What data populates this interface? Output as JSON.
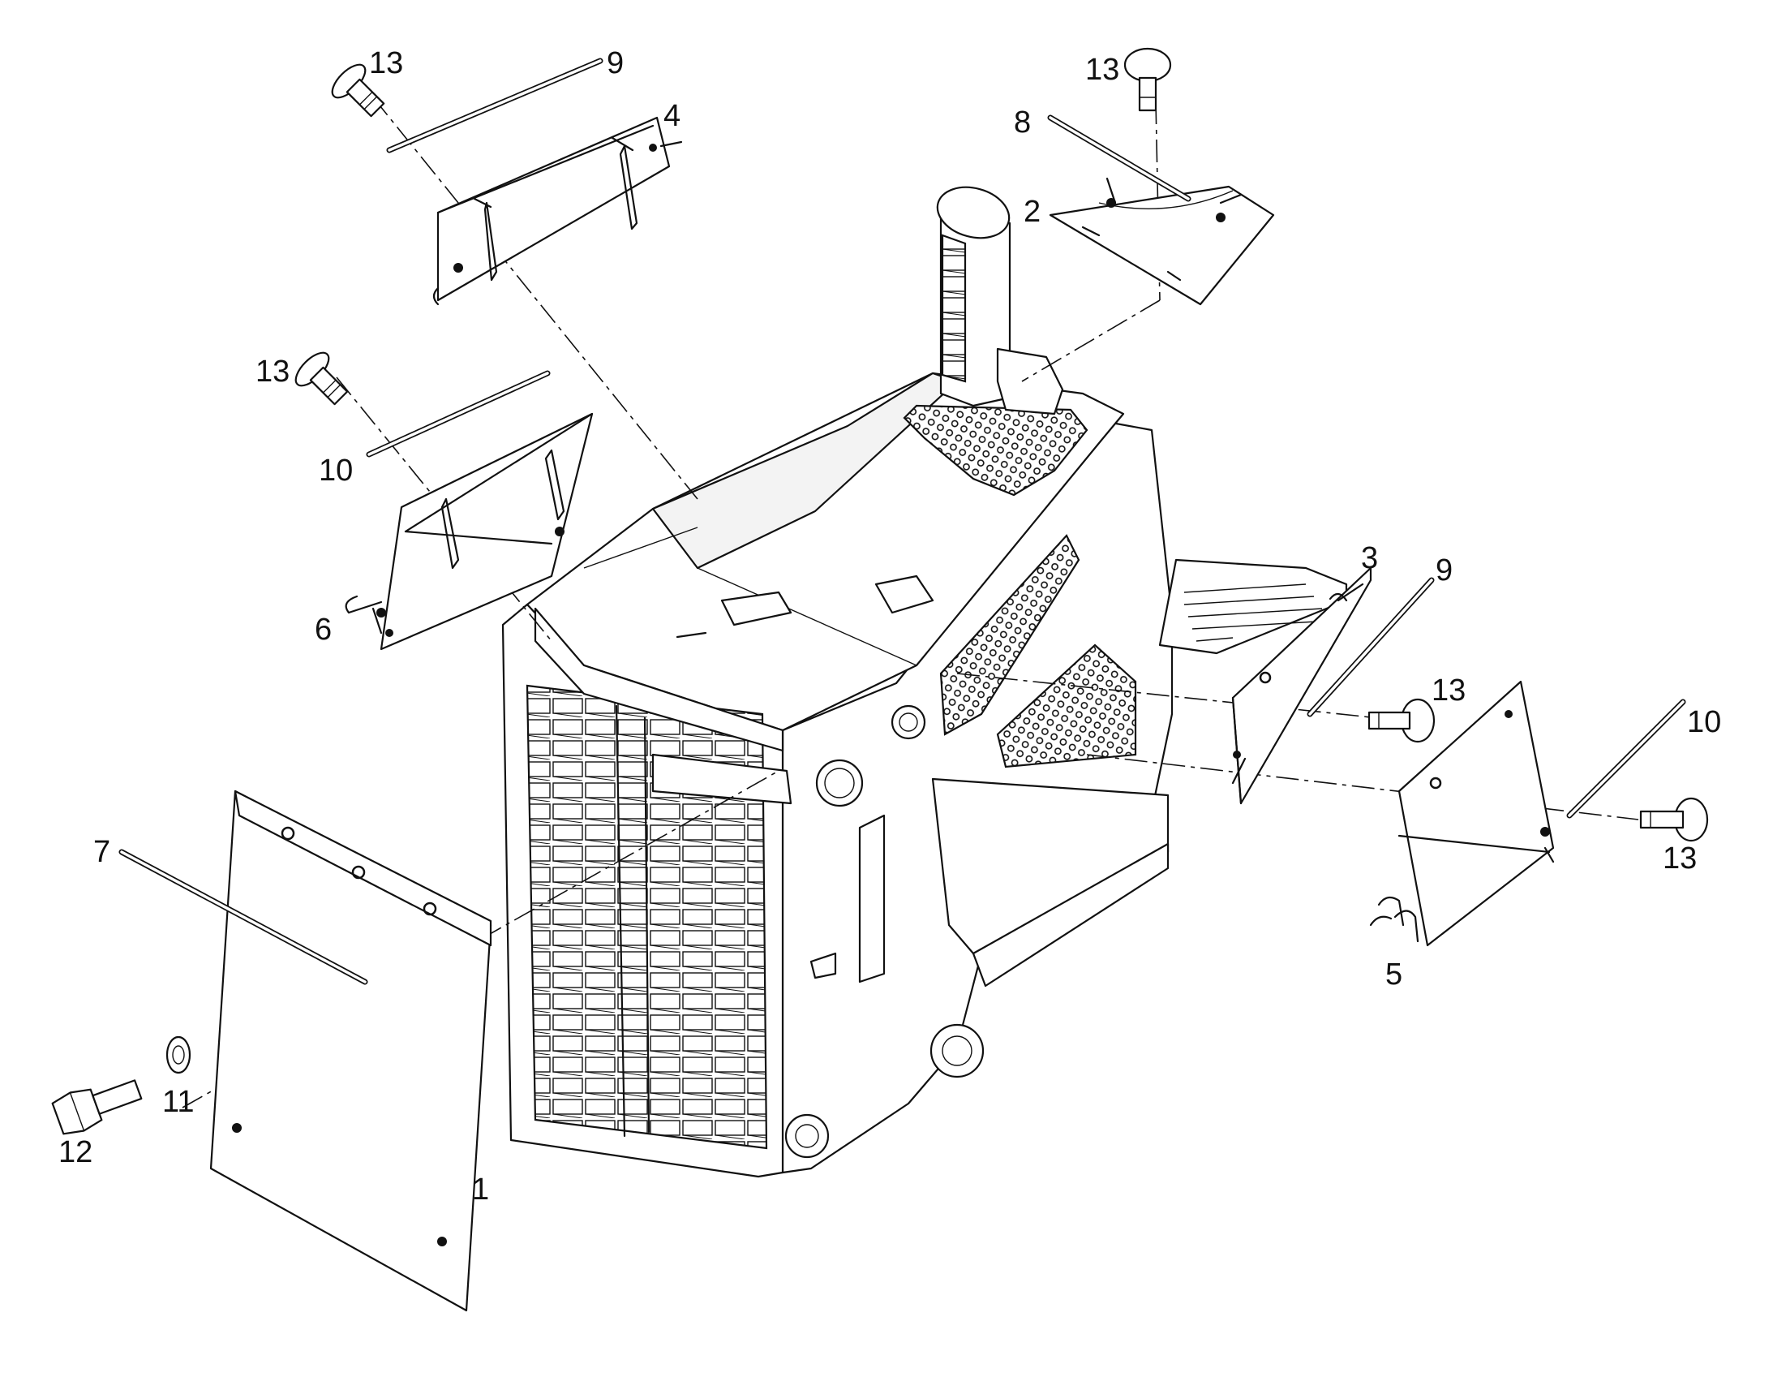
{
  "diagram": {
    "callouts": [
      {
        "id": "1",
        "label": "1"
      },
      {
        "id": "2",
        "label": "2"
      },
      {
        "id": "3",
        "label": "3"
      },
      {
        "id": "4",
        "label": "4"
      },
      {
        "id": "5",
        "label": "5"
      },
      {
        "id": "6",
        "label": "6"
      },
      {
        "id": "7",
        "label": "7"
      },
      {
        "id": "8",
        "label": "8"
      },
      {
        "id": "9a",
        "label": "9"
      },
      {
        "id": "9b",
        "label": "9"
      },
      {
        "id": "10a",
        "label": "10"
      },
      {
        "id": "10b",
        "label": "10"
      },
      {
        "id": "11",
        "label": "11"
      },
      {
        "id": "12",
        "label": "12"
      },
      {
        "id": "13a",
        "label": "13"
      },
      {
        "id": "13b",
        "label": "13"
      },
      {
        "id": "13c",
        "label": "13"
      },
      {
        "id": "13d",
        "label": "13"
      },
      {
        "id": "13e",
        "label": "13"
      }
    ]
  }
}
